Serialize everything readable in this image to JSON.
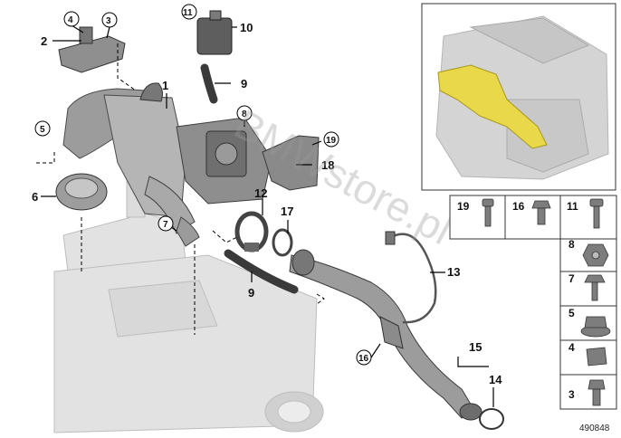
{
  "callouts": {
    "c1": "1",
    "c2": "2",
    "c3": "3",
    "c4": "4",
    "c5": "5",
    "c6": "6",
    "c7": "7",
    "c8": "8",
    "c9a": "9",
    "c9b": "9",
    "c10": "10",
    "c11": "11",
    "c12": "12",
    "c13": "13",
    "c14": "14",
    "c15": "15",
    "c16": "16",
    "c17": "17",
    "c18": "18",
    "c19": "19"
  },
  "parts_grid": {
    "top_row": [
      "19",
      "16",
      "11"
    ],
    "column": [
      "8",
      "7",
      "5",
      "4",
      "3"
    ]
  },
  "watermark": "BMWstore.pl",
  "document_number": "490848",
  "colors": {
    "highlight": "#e8d84a",
    "part_gray": "#8a8a8a",
    "ghost_gray": "#d6d6d6"
  }
}
